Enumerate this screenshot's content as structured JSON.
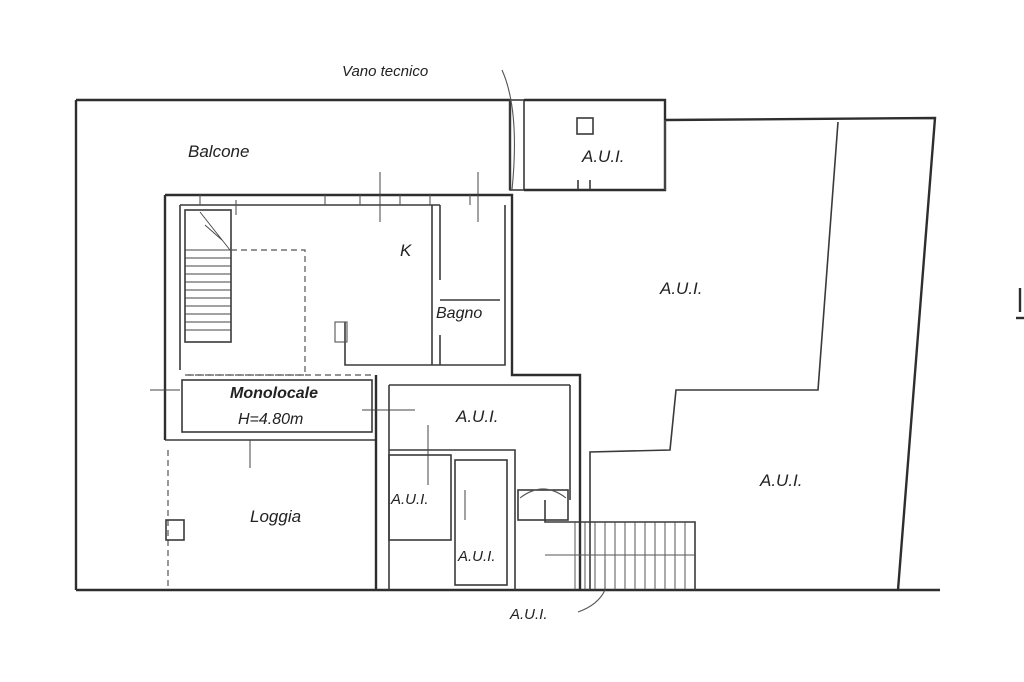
{
  "plan": {
    "labels": {
      "vano_tecnico": "Vano tecnico",
      "balcone": "Balcone",
      "aui_top": "A.U.I.",
      "k": "K",
      "aui_big": "A.U.I.",
      "bagno": "Bagno",
      "monolocale": "Monolocale",
      "height": "H=4.80m",
      "aui_center": "A.U.I.",
      "aui_right": "A.U.I.",
      "aui_small_left": "A.U.I.",
      "loggia": "Loggia",
      "aui_small_mid": "A.U.I.",
      "aui_bottom": "A.U.I."
    },
    "colors": {
      "line": "#3a3a3a",
      "background": "#ffffff"
    }
  }
}
